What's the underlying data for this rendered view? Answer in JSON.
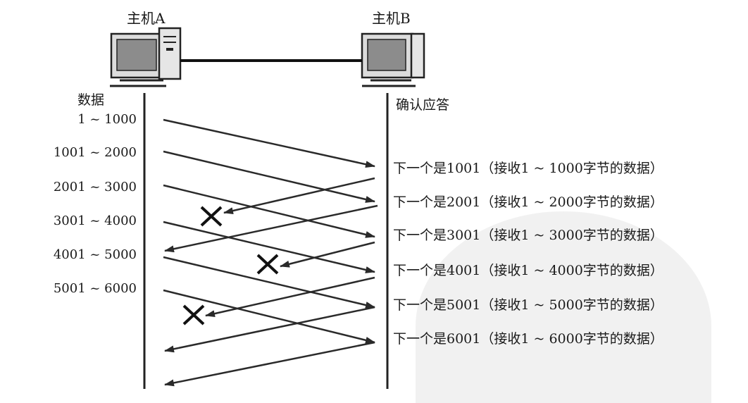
{
  "host_a": {
    "label": "主机A"
  },
  "host_b": {
    "label": "主机B"
  },
  "data_header": "数据",
  "ack_header": "确认应答",
  "segments": [
    "1 ~ 1000",
    "1001 ~ 2000",
    "2001 ~ 3000",
    "3001 ~ 4000",
    "4001 ~ 5000",
    "5001 ~ 6000"
  ],
  "acks": [
    "下一个是1001（接收1 ~ 1000字节的数据）",
    "下一个是2001（接收1 ~ 2000字节的数据）",
    "下一个是3001（接收1 ~ 3000字节的数据）",
    "下一个是4001（接收1 ~ 4000字节的数据）",
    "下一个是5001（接收1 ~ 5000字节的数据）",
    "下一个是6001（接收1 ~ 6000字节的数据）"
  ],
  "lost_ack_marks": [
    "lost-ack",
    "lost-ack",
    "lost-ack"
  ],
  "colors": {
    "line": "#2a2a2a",
    "text": "#1a1a1a",
    "watermark": "#e9e9e9"
  }
}
